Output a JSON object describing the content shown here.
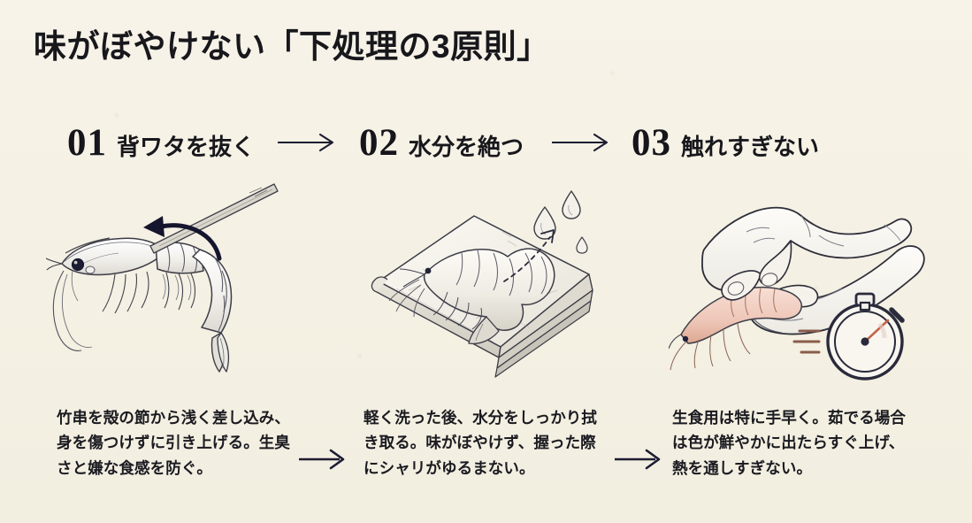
{
  "page": {
    "title": "味がぼやけない「下処理の3原則」",
    "background_color": "#f6f2e6",
    "ink_color": "#17171c",
    "arrow_color": "#1c1c32"
  },
  "steps": [
    {
      "number": "01",
      "label": "背ワタを抜く",
      "illustration": "shrimp-with-bamboo-skewer",
      "caption": "竹串を殻の節から浅く差し込み、身を傷つけずに引き上げる。生臭さと嫌な食感を防ぐ。"
    },
    {
      "number": "02",
      "label": "水分を絶つ",
      "illustration": "shrimp-on-folded-cloth-with-droplets",
      "caption": "軽く洗った後、水分をしっかり拭き取る。味がぼやけず、握った際にシャリがゆるまない。"
    },
    {
      "number": "03",
      "label": "触れすぎない",
      "illustration": "hands-holding-shrimp-with-stopwatch",
      "caption": "生食用は特に手早く。茹でる場合は色が鮮やかに出たらすぐ上げ、熱を通しすぎない。"
    }
  ],
  "separators": [
    {
      "name": "arrow-step-1-to-2",
      "glyph": "→"
    },
    {
      "name": "arrow-step-2-to-3",
      "glyph": "→"
    }
  ]
}
